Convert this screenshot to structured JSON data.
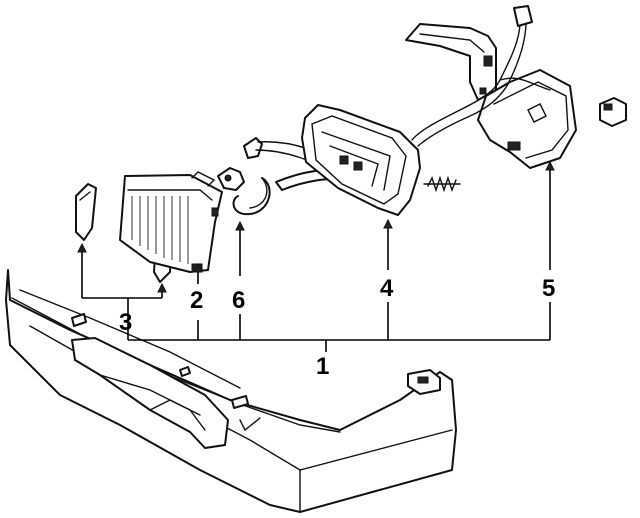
{
  "callouts": [
    {
      "id": "1",
      "label": "1"
    },
    {
      "id": "2",
      "label": "2"
    },
    {
      "id": "3",
      "label": "3"
    },
    {
      "id": "4",
      "label": "4"
    },
    {
      "id": "5",
      "label": "5"
    },
    {
      "id": "6",
      "label": "6"
    }
  ],
  "colors": {
    "line": "#111111",
    "background": "#ffffff"
  }
}
